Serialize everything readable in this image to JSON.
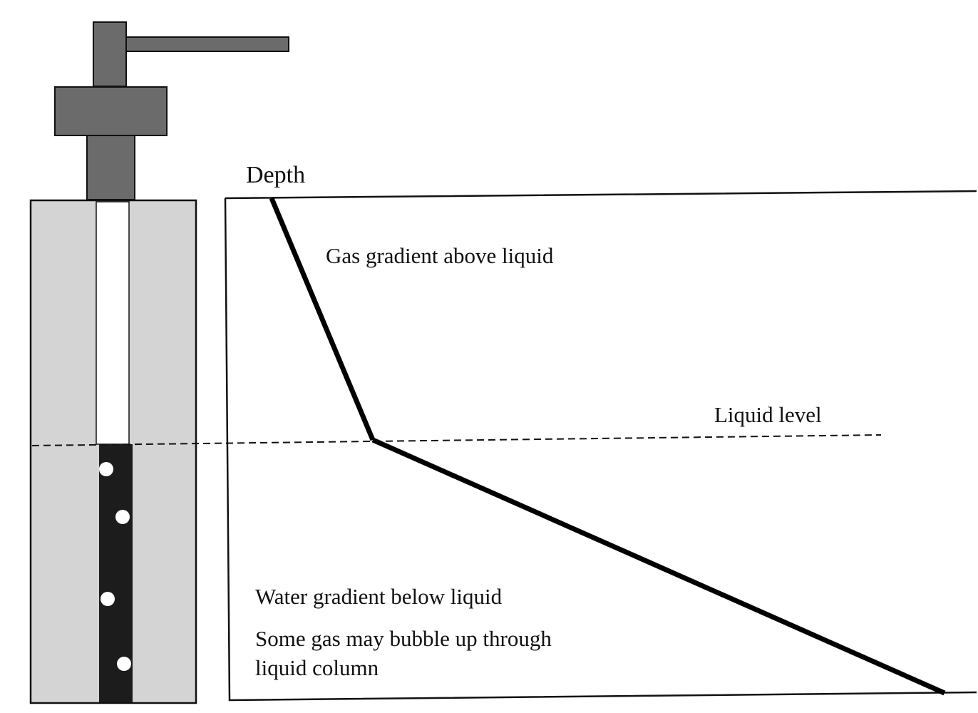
{
  "labels": {
    "depth": "Depth",
    "gas_gradient": "Gas gradient above liquid",
    "liquid_level": "Liquid level",
    "water_gradient": "Water gradient below liquid",
    "bubble_note_line1": "Some gas may bubble up through",
    "bubble_note_line2": "liquid column"
  },
  "colors": {
    "wellhead": "#6b6b6b",
    "annulus": "#d4d4d4",
    "liquid_column": "#1c1c1c",
    "gas_column": "#ffffff",
    "outline": "#111111",
    "gradient_line": "#000000"
  }
}
